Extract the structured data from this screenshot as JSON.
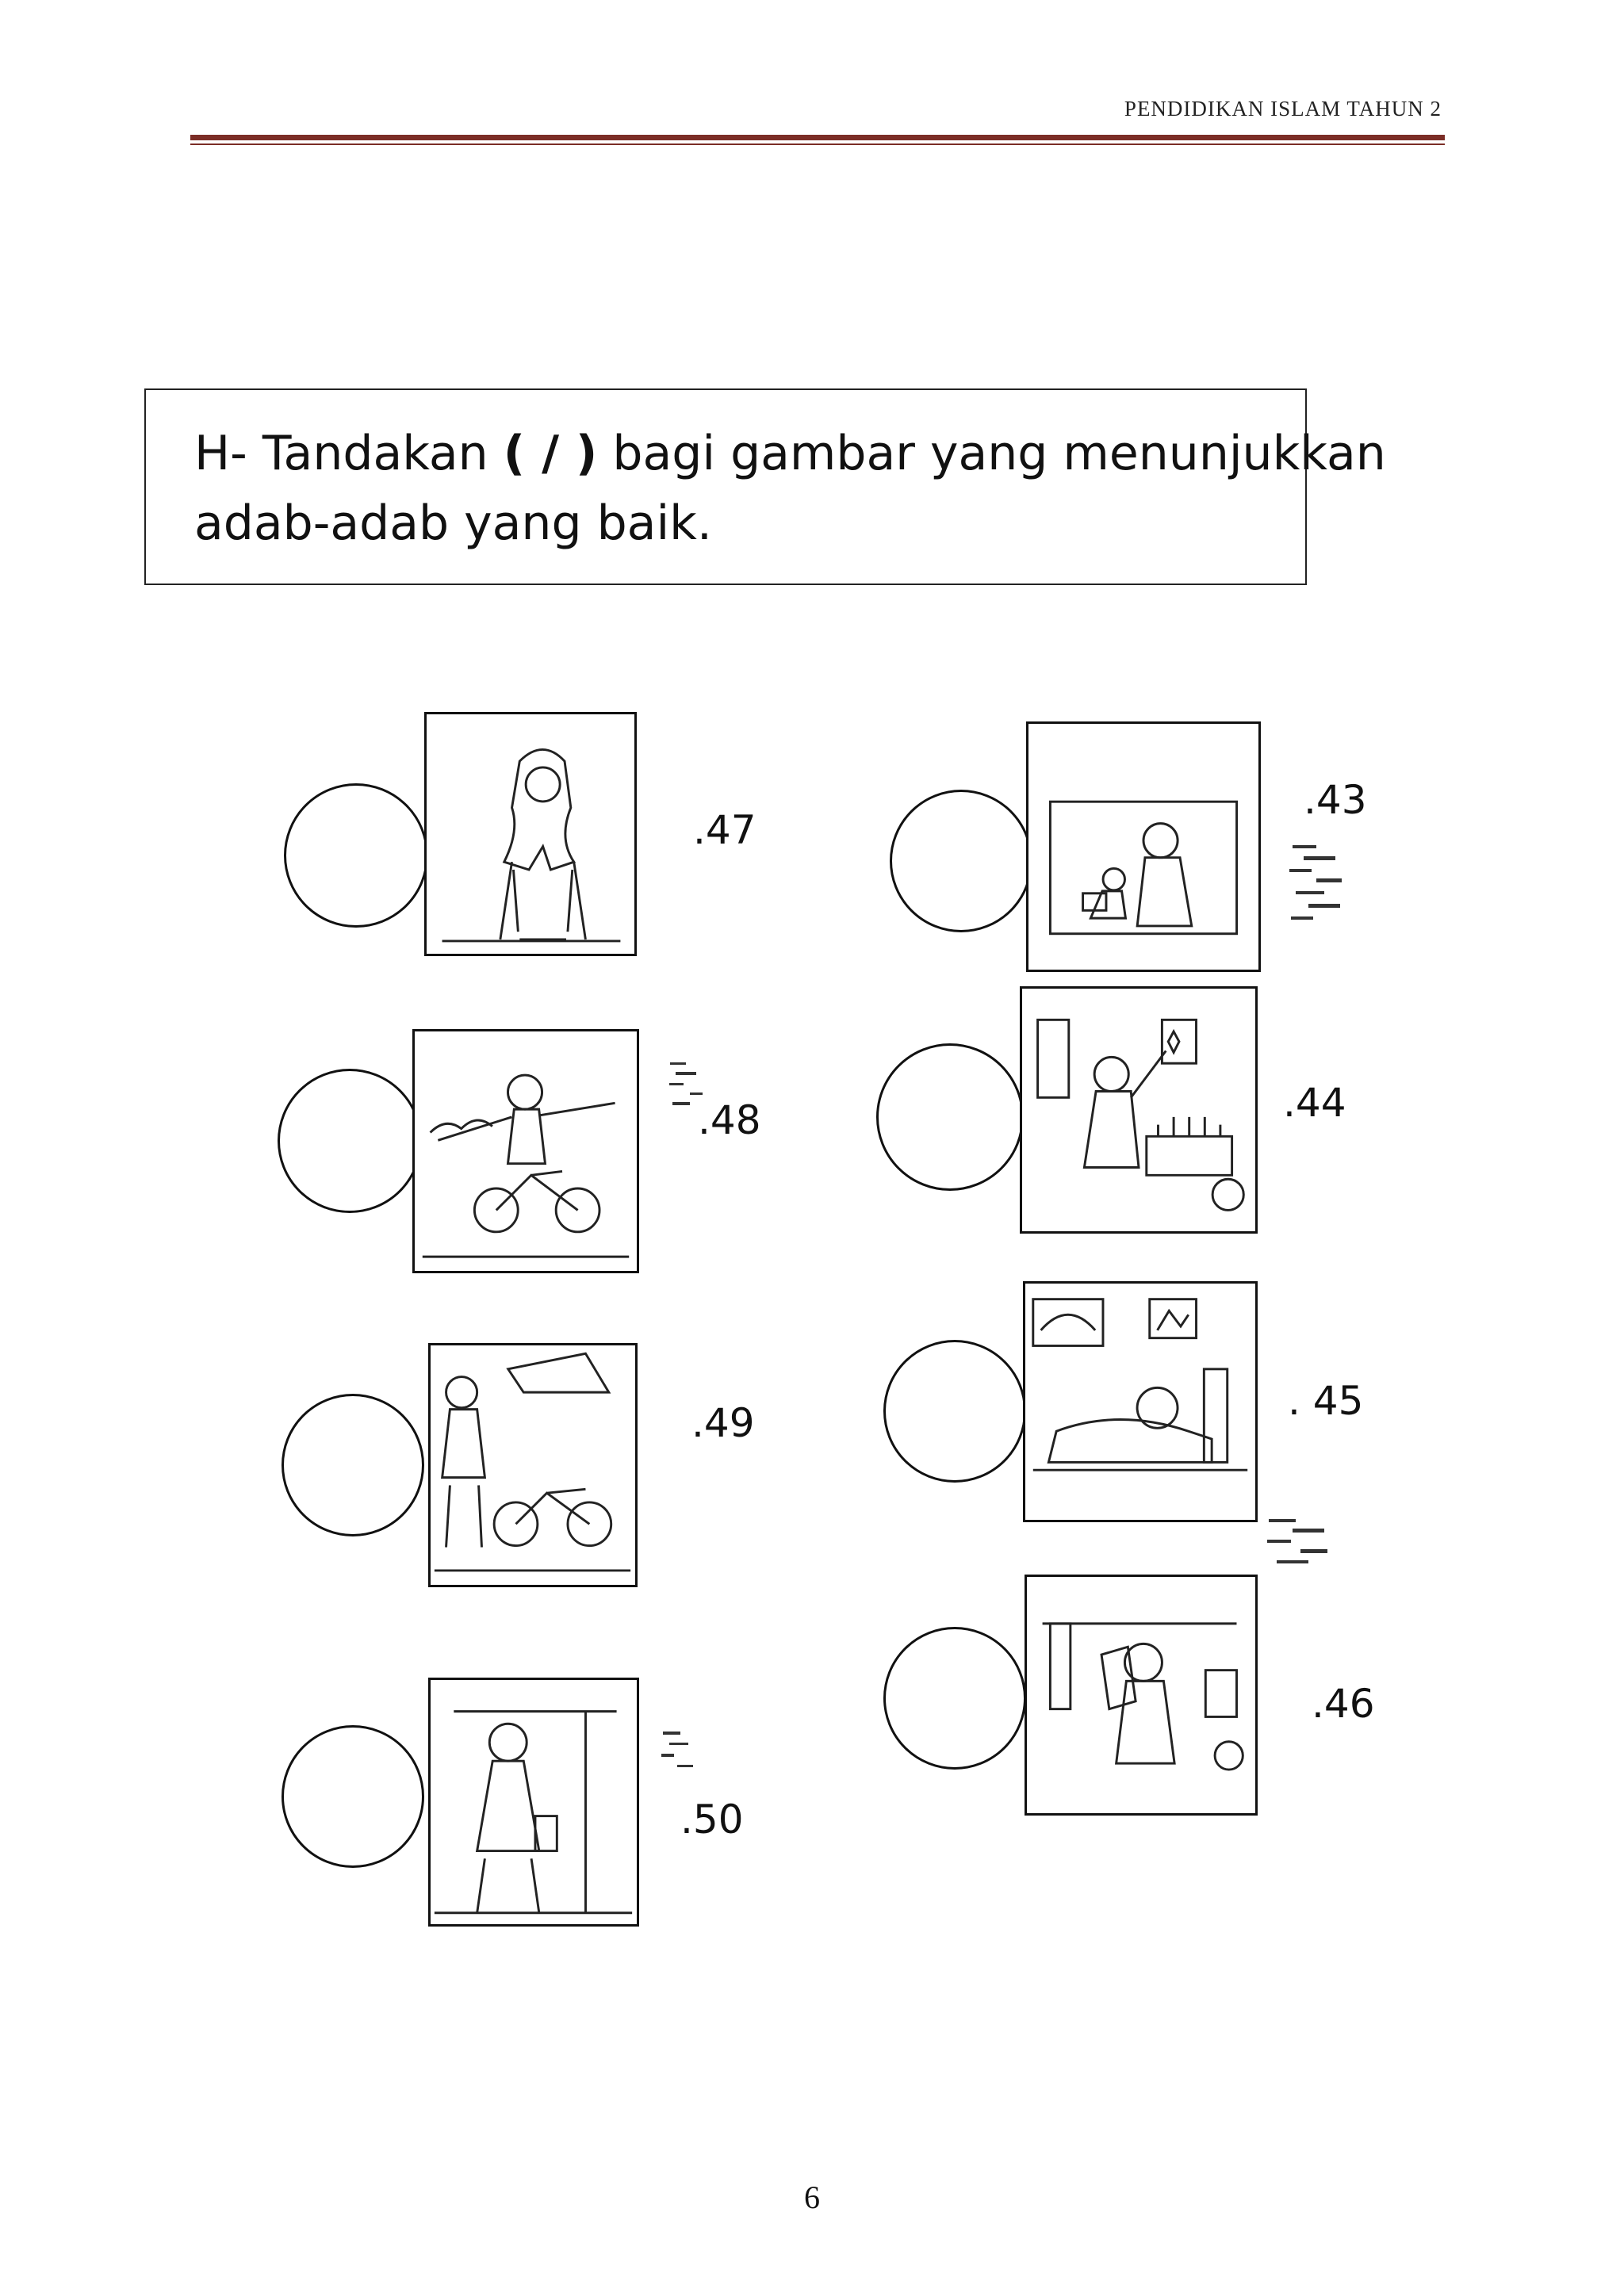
{
  "header": {
    "title": "PENDIDIKAN ISLAM TAHUN 2"
  },
  "instruction": {
    "prefix": "H- Tandakan ",
    "mark": "( /  )",
    "suffix_line1": " bagi gambar yang menunjukkan",
    "line2": "adab-adab yang baik."
  },
  "items": [
    {
      "number": ".47",
      "picture": "girl-in-tudung-icon"
    },
    {
      "number": ".48",
      "picture": "boy-on-bicycle-icon"
    },
    {
      "number": ".49",
      "picture": "boy-beside-bicycle-icon"
    },
    {
      "number": ".50",
      "picture": "girl-with-bag-icon"
    },
    {
      "number": ".43",
      "picture": "grandmother-with-child-icon"
    },
    {
      "number": ".44",
      "picture": "man-by-dish-rack-icon"
    },
    {
      "number": ". 45",
      "picture": "boy-sleeping-icon"
    },
    {
      "number": ".46",
      "picture": "boy-reading-book-icon"
    }
  ],
  "page": {
    "number": "6"
  }
}
